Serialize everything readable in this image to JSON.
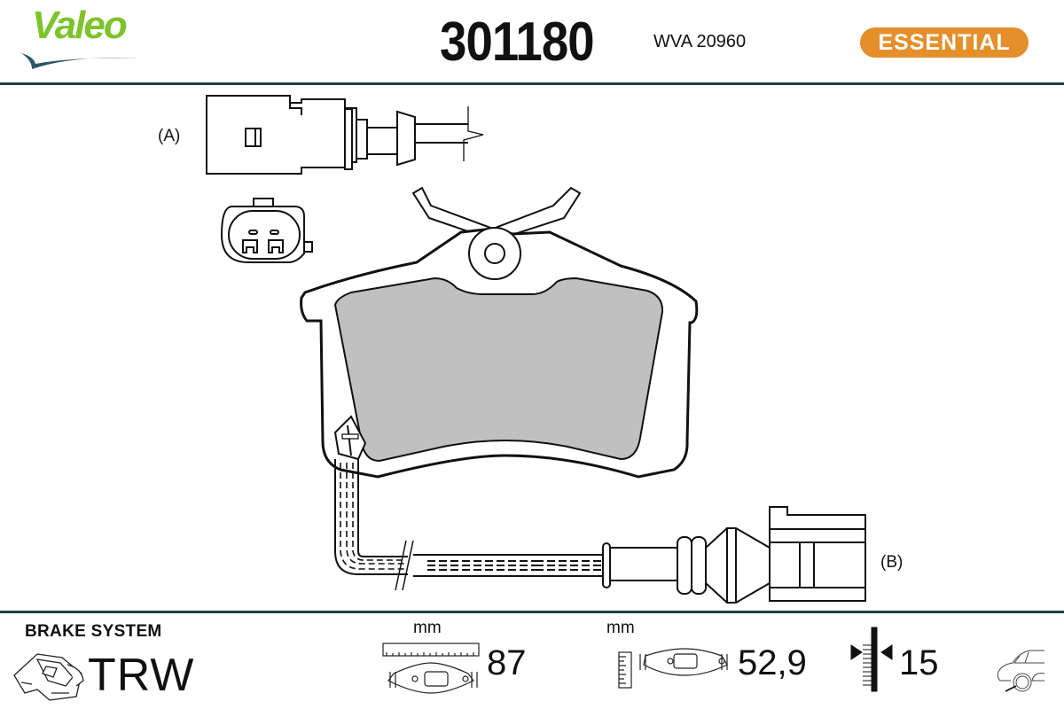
{
  "header": {
    "brand": "Valeo",
    "part_number": "301180",
    "wva": "WVA 20960",
    "badge": "ESSENTIAL",
    "colors": {
      "brand_green": "#7dc42a",
      "brand_swoosh": "#2e5566",
      "badge_orange": "#e58f2a",
      "rule": "#1e3d4a",
      "friction_gray": "#c0c0c0"
    }
  },
  "drawing": {
    "connector_a_label": "(A)",
    "connector_b_label": "(B)"
  },
  "footer": {
    "brake_system_label": "BRAKE SYSTEM",
    "brake_system_brand": "TRW",
    "width": {
      "unit": "mm",
      "value": "87"
    },
    "height": {
      "unit": "mm",
      "value": "52,9"
    },
    "thickness": {
      "value": "15"
    },
    "axle_icon": "rear-axle-car-icon"
  }
}
